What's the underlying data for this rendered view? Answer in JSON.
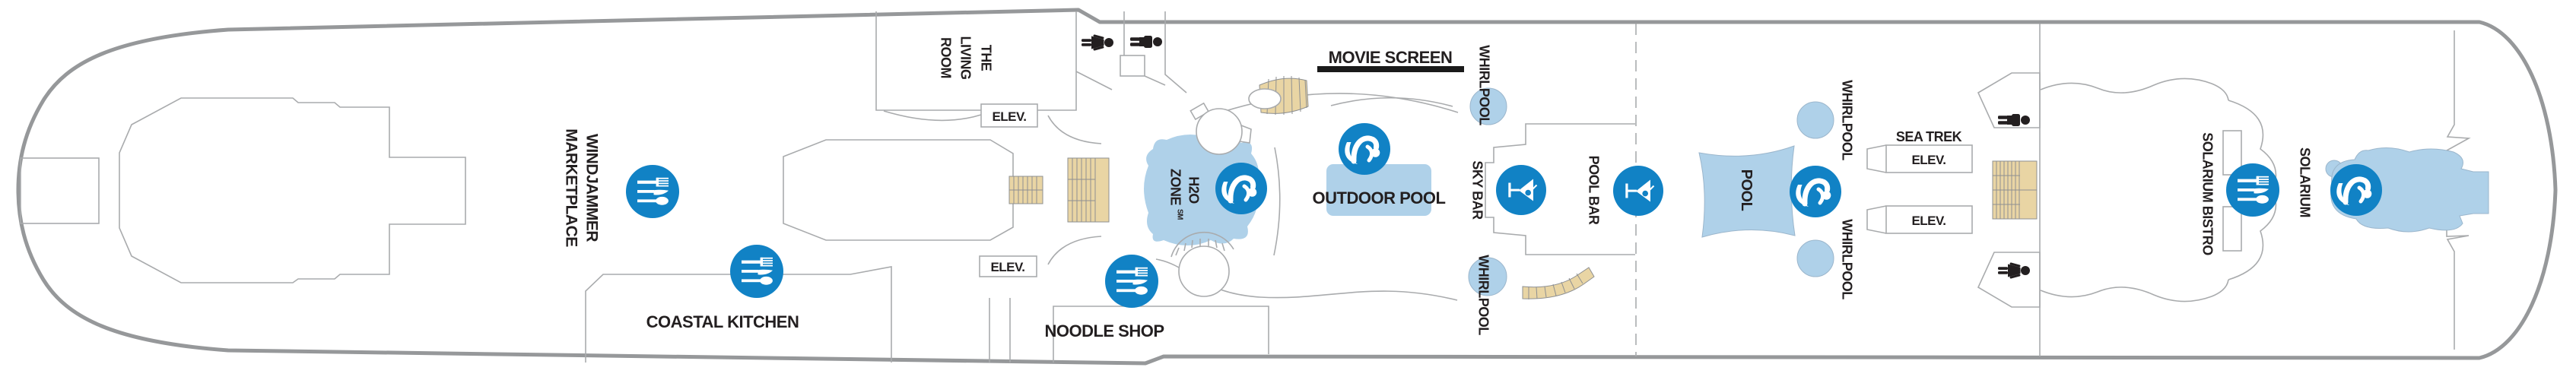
{
  "deck_plan": {
    "type": "cruise-ship-deck-plan",
    "venues": {
      "windjammer_line1": "WINDJAMMER",
      "windjammer_line2": "MARKETPLACE",
      "coastal_kitchen": "COASTAL KITCHEN",
      "living_room_line1": "THE",
      "living_room_line2": "LIVING",
      "living_room_line3": "ROOM",
      "elevator": "ELEV.",
      "noodle_shop": "NOODLE SHOP",
      "h2o_line1": "H2O",
      "h2o_line2": "ZONE",
      "h2o_suffix": "SM",
      "movie_screen": "MOVIE SCREEN",
      "outdoor_pool": "OUTDOOR POOL",
      "whirlpool": "WHIRLPOOL",
      "sky_bar": "SKY BAR",
      "pool_bar": "POOL BAR",
      "pool": "POOL",
      "sea_trek": "SEA TREK",
      "solarium_bistro": "SOLARIUM BISTRO",
      "solarium": "SOLARIUM"
    },
    "icons": {
      "dining": "fork-knife-spoon-icon",
      "bar": "martini-glass-icon",
      "swimming": "swimmer-icon",
      "restroom_men": "man-figure-icon",
      "restroom_women": "woman-figure-icon",
      "stairs": "staircase-symbol"
    },
    "colors": {
      "icon_blue": "#1182C5",
      "water_blue": "#AFD1E9",
      "stairs_tan": "#E9D5A4",
      "hull_gray": "#96989A",
      "wall_gray": "#A9ABAD",
      "label_black": "#231F20",
      "movie_screen_bar": "#1A1A1A"
    }
  }
}
